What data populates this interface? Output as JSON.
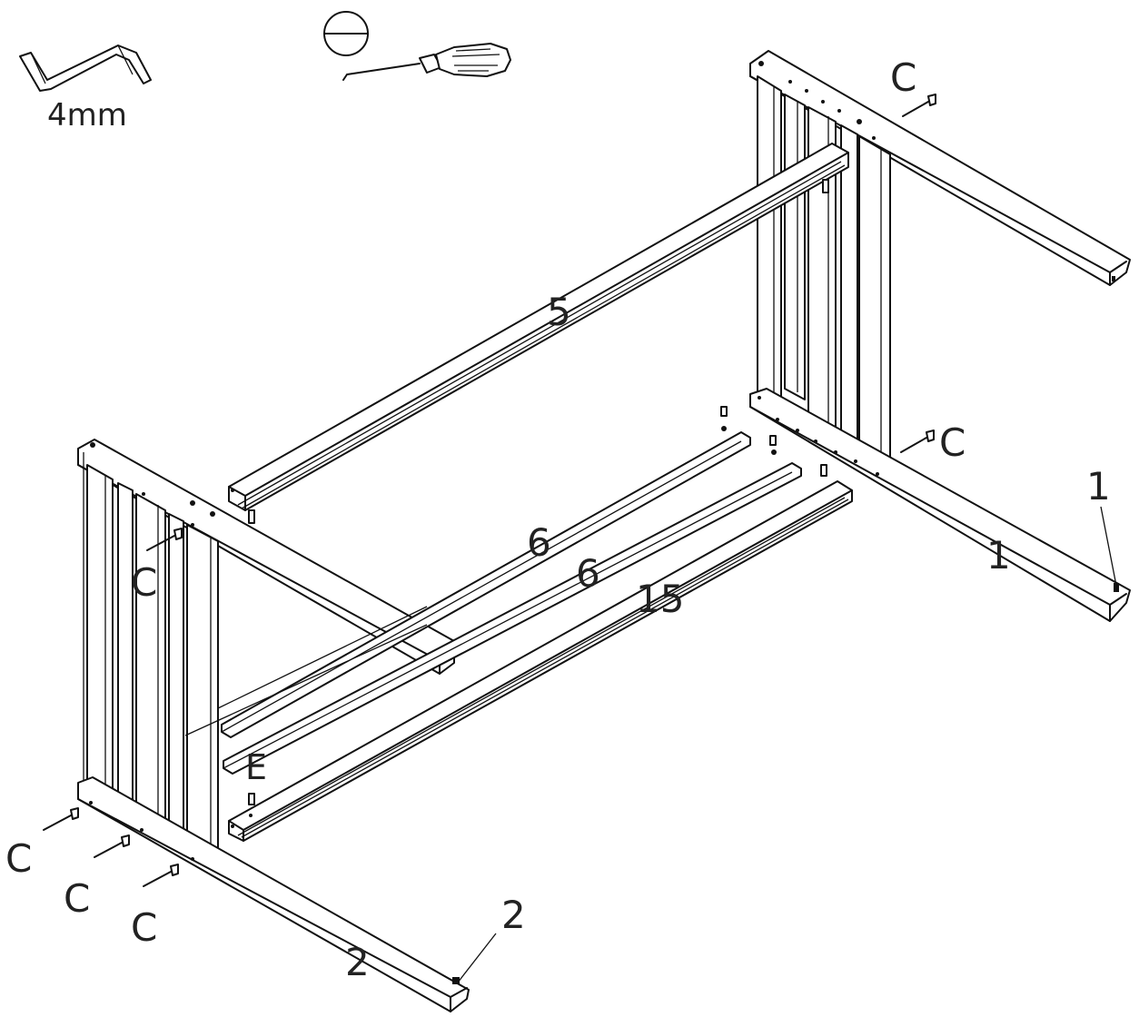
{
  "tools": {
    "allen_key_size": "4mm",
    "allen_key_icon": "hex-key-icon",
    "screwdriver_icon": "flat-screwdriver-icon",
    "slot_head_icon": "slotted-head-icon"
  },
  "labels": {
    "part_5": "5",
    "part_6a": "6",
    "part_6b": "6",
    "part_15": "15",
    "part_1_bar": "1",
    "part_1_leader": "1",
    "part_2_bar": "2",
    "part_2_leader": "2",
    "hardware_e": "E",
    "bolt_c_top": "C",
    "bolt_c_right": "C",
    "bolt_c_left_top": "C",
    "bolt_c_low_1": "C",
    "bolt_c_low_2": "C",
    "bolt_c_low_3": "C"
  },
  "colors": {
    "line": "#111111",
    "background": "#ffffff",
    "shade": "#f2f2f2"
  }
}
